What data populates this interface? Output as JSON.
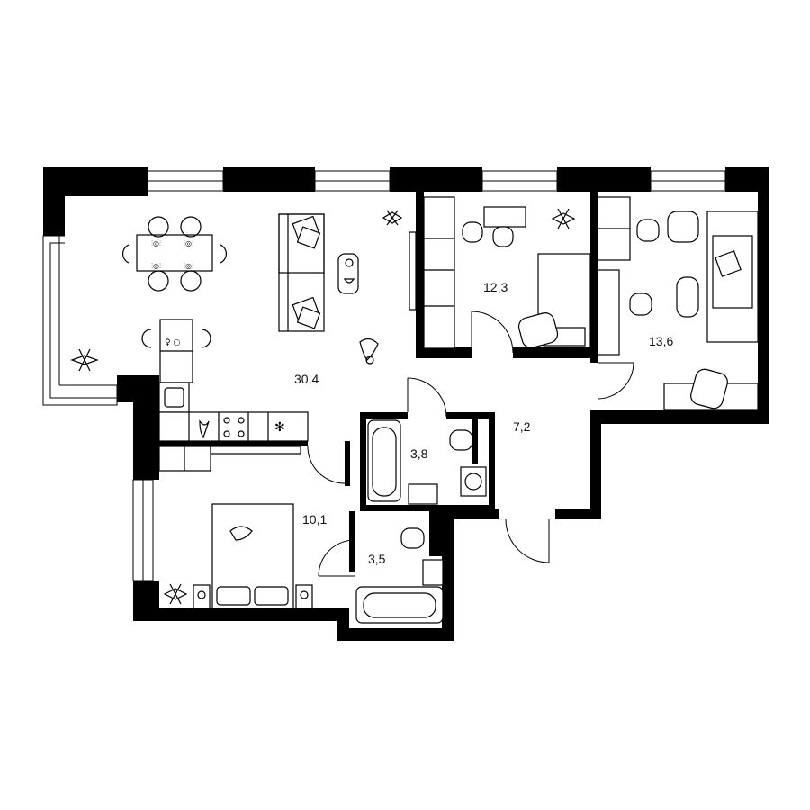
{
  "rooms": [
    {
      "id": "living",
      "area": "30,4"
    },
    {
      "id": "bedroom-middle",
      "area": "12,3"
    },
    {
      "id": "bedroom-right",
      "area": "13,6"
    },
    {
      "id": "hallway",
      "area": "7,2"
    },
    {
      "id": "bathroom-main",
      "area": "3,8"
    },
    {
      "id": "bedroom-left",
      "area": "10,1"
    },
    {
      "id": "bathroom-small",
      "area": "3,5"
    }
  ]
}
